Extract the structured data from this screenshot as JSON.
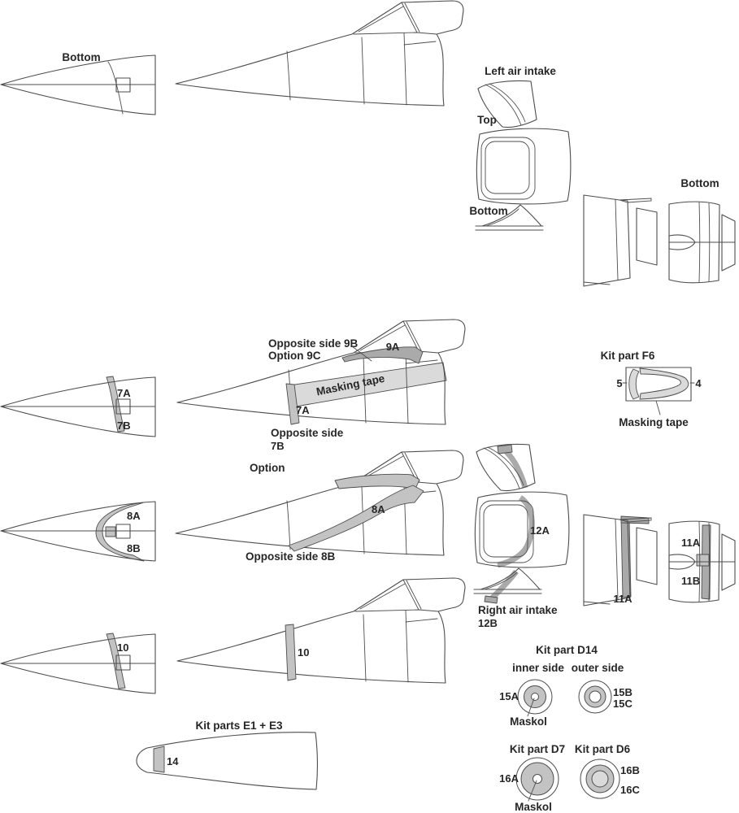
{
  "colors": {
    "line": "#4d4d4d",
    "text": "#262626",
    "tape_light": "#dadada",
    "band_mid": "#c3c3c3",
    "band_dark": "#aaaaaa"
  },
  "nose_bottom_view": {
    "label": "Bottom"
  },
  "left_air_intake": {
    "title": "Left air intake",
    "top_label": "Top",
    "bottom_label": "Bottom"
  },
  "exhaust_top": {
    "bottom_label": "Bottom"
  },
  "masking_section": {
    "opposite_side_9b": "Opposite side 9B",
    "option_9c": "Option 9C",
    "part_9a": "9A",
    "masking_tape": "Masking tape",
    "part_7a": "7A",
    "opposite_side": "Opposite side",
    "part_7b": "7B"
  },
  "nose_7": {
    "part_7a": "7A",
    "part_7b": "7B"
  },
  "kit_part_f6": {
    "title": "Kit part F6",
    "num_left": "5",
    "num_right": "4",
    "masking_tape": "Masking tape"
  },
  "option_section": {
    "option": "Option",
    "part_8a": "8A",
    "opposite_side_8b": "Opposite side 8B"
  },
  "nose_8": {
    "part_8a": "8A",
    "part_8b": "8B"
  },
  "right_air_intake": {
    "part_12a": "12A",
    "title": "Right air intake",
    "part_12b": "12B"
  },
  "exhaust_11": {
    "left_label": "11A",
    "right_top": "11A",
    "right_bottom": "11B"
  },
  "nose_10": {
    "part_10": "10"
  },
  "fuselage_10": {
    "part_10": "10"
  },
  "kit_part_d14": {
    "title": "Kit part D14",
    "inner": "inner side",
    "outer": "outer side",
    "p15a": "15A",
    "p15b": "15B",
    "p15c": "15C",
    "maskol": "Maskol"
  },
  "kit_parts_e1_e3": {
    "title": "Kit parts E1 + E3",
    "part_14": "14"
  },
  "kit_part_d7": {
    "title": "Kit part D7",
    "p16a": "16A",
    "maskol": "Maskol"
  },
  "kit_part_d6": {
    "title": "Kit part D6",
    "p16b": "16B",
    "p16c": "16C"
  }
}
